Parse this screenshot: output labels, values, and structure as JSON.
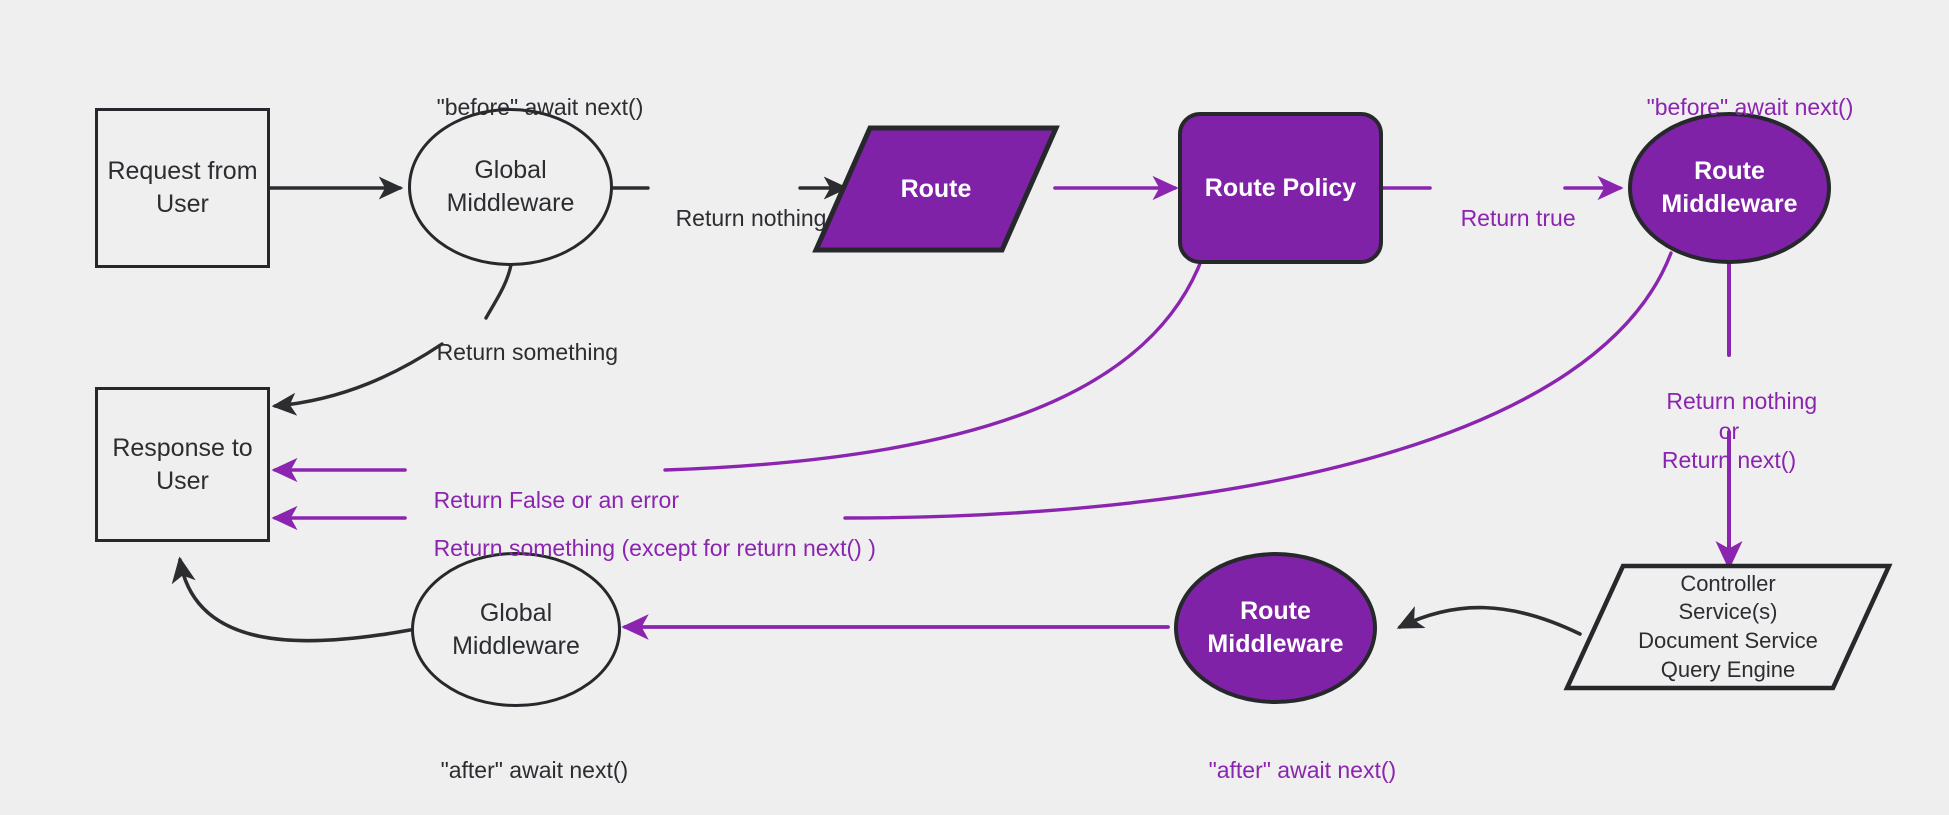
{
  "diagram": {
    "title": "Adonis-style HTTP middleware request lifecycle flowchart",
    "background_color": "#efefef",
    "accent_purple": "#8022a8",
    "line_purple": "#8b25b0",
    "stroke_dark": "#26282b"
  },
  "nodes": {
    "request_from_user": {
      "label": "Request from\nUser",
      "shape": "rectangle"
    },
    "global_middleware_top": {
      "label": "Global\nMiddleware",
      "shape": "ellipse"
    },
    "route": {
      "label": "Route",
      "shape": "parallelogram"
    },
    "route_policy": {
      "label": "Route Policy",
      "shape": "rounded-rectangle"
    },
    "route_middleware_top": {
      "label": "Route\nMiddleware",
      "shape": "ellipse"
    },
    "controller_services": {
      "label": "Controller\nService(s)\nDocument Service\nQuery Engine",
      "shape": "parallelogram"
    },
    "route_middleware_bottom": {
      "label": "Route\nMiddleware",
      "shape": "ellipse"
    },
    "global_middleware_bottom": {
      "label": "Global\nMiddleware",
      "shape": "ellipse"
    },
    "response_to_user": {
      "label": "Response to\nUser",
      "shape": "rectangle"
    }
  },
  "annotations": {
    "before_await_next_global": "\"before\" await next()",
    "before_await_next_route": "\"before\" await next()",
    "after_await_next_global": "\"after\" await next()",
    "after_await_next_route": "\"after\" await next()"
  },
  "edge_labels": {
    "return_nothing_global": "Return nothing",
    "return_something_global": "Return something",
    "return_true": "Return true",
    "return_false_or_error": "Return False or an error",
    "return_something_except_next": "Return something (except for return next() )",
    "return_nothing_or_next": "Return nothing\nor\nReturn next()"
  }
}
